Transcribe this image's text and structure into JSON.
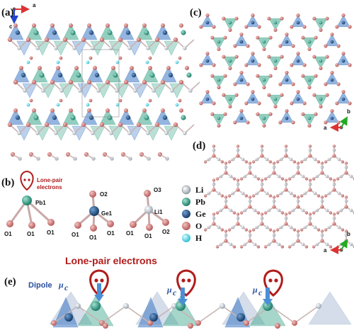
{
  "panels": {
    "a": "(a)",
    "b": "(b)",
    "c": "(c)",
    "d": "(d)",
    "e": "(e)"
  },
  "axes": {
    "a_panel": {
      "h": "a",
      "v": "c"
    },
    "c_panel": {
      "h": "a",
      "v": "b"
    },
    "d_panel": {
      "h": "a",
      "v": "b"
    }
  },
  "panel_b": {
    "lone_pair_line1": "Lone-pair",
    "lone_pair_line2": "electrons",
    "pb_site": {
      "center": "Pb1",
      "ligands": [
        "O1",
        "O1",
        "O1"
      ]
    },
    "ge_site": {
      "center": "Ge1",
      "top": "O2",
      "ligands": [
        "O1",
        "O1",
        "O1"
      ]
    },
    "li_site": {
      "center": "Li1",
      "top": "O3",
      "ligands": [
        "O1",
        "O1",
        "O2"
      ]
    }
  },
  "legend": [
    {
      "label": "Li",
      "color": "#b8c4d0"
    },
    {
      "label": "Pb",
      "color": "#2e9c84"
    },
    {
      "label": "Ge",
      "color": "#1f4f86"
    },
    {
      "label": "O",
      "color": "#d07a78"
    },
    {
      "label": "H",
      "color": "#58d8e8"
    }
  ],
  "panel_e": {
    "title": "Lone-pair electrons",
    "dipole_label": "Dipole",
    "mu_symbol": "μ",
    "mu_subscript": "c"
  },
  "colors": {
    "li": "#b8c4d0",
    "pb": "#2e9c84",
    "ge": "#1f4f86",
    "o": "#d07a78",
    "h": "#58d8e8",
    "ge_poly": "#3d78c4",
    "pb_poly": "#3aa58a",
    "lone_pair": "#b01c1c",
    "dipole": "#4a8fd6"
  }
}
